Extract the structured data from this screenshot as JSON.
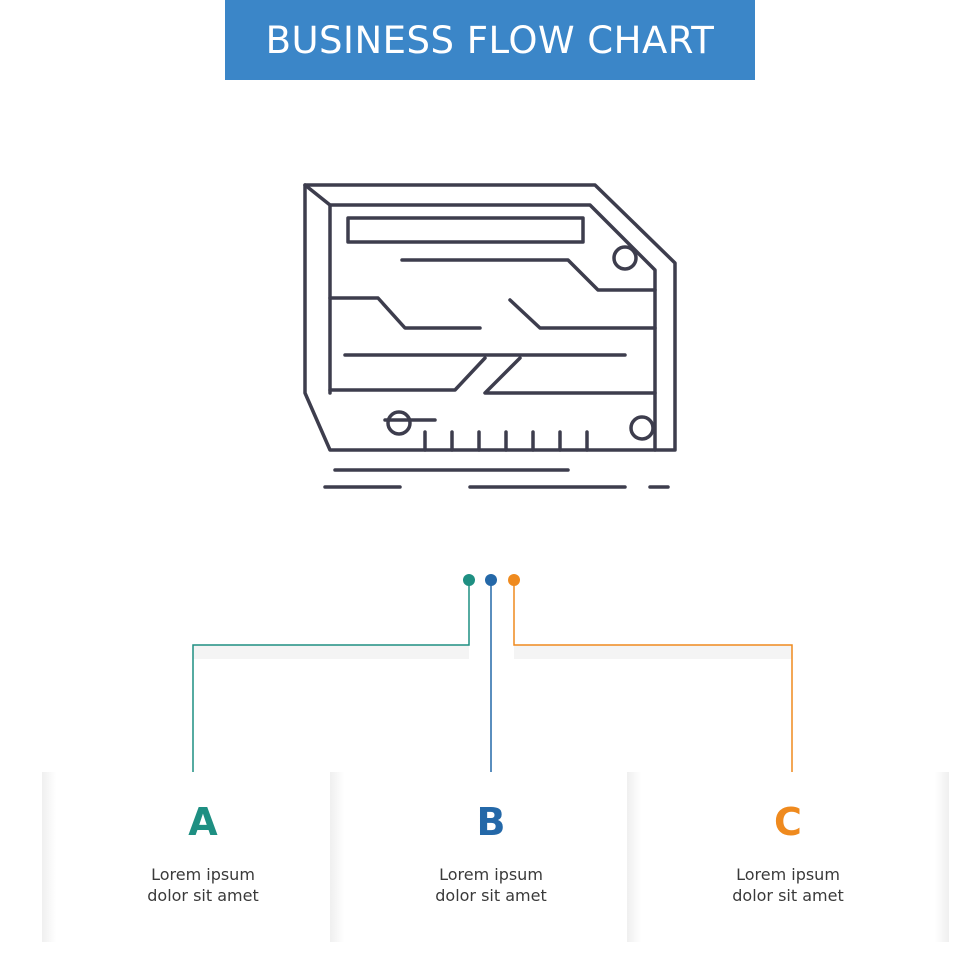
{
  "header": {
    "title": "BUSINESS FLOW CHART"
  },
  "colors": {
    "banner": "#3b86c8",
    "a": "#1e8f82",
    "b": "#2468a8",
    "c": "#ef8a1e",
    "icon_stroke": "#3d3d4d"
  },
  "icon": {
    "name": "circuit-card-icon"
  },
  "steps": [
    {
      "letter": "A",
      "line1": "Lorem ipsum",
      "line2": "dolor sit amet"
    },
    {
      "letter": "B",
      "line1": "Lorem ipsum",
      "line2": "dolor sit amet"
    },
    {
      "letter": "C",
      "line1": "Lorem ipsum",
      "line2": "dolor sit amet"
    }
  ]
}
